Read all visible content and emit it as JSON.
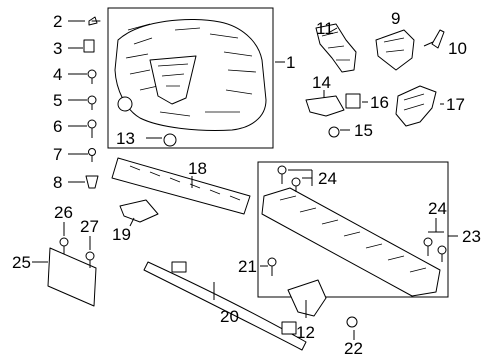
{
  "diagram": {
    "callouts": {
      "c1": "1",
      "c2": "2",
      "c3": "3",
      "c4": "4",
      "c5": "5",
      "c6": "6",
      "c7": "7",
      "c8": "8",
      "c9": "9",
      "c10": "10",
      "c11": "11",
      "c12": "12",
      "c13": "13",
      "c14": "14",
      "c15": "15",
      "c16": "16",
      "c17": "17",
      "c18": "18",
      "c19": "19",
      "c20": "20",
      "c21": "21",
      "c22": "22",
      "c23": "23",
      "c24a": "24",
      "c24b": "24",
      "c25": "25",
      "c26": "26",
      "c27": "27"
    }
  }
}
